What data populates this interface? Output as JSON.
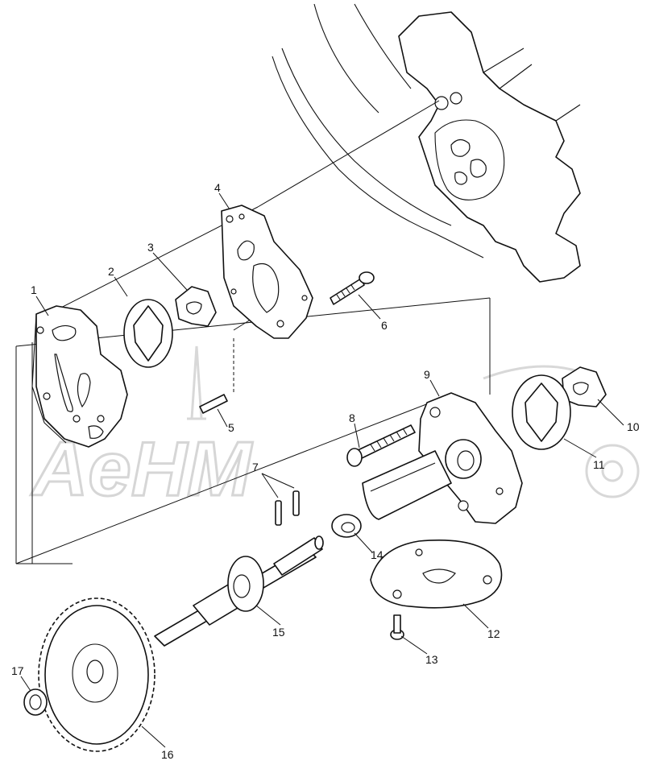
{
  "diagram": {
    "watermark_text": "AeHM",
    "callouts": [
      {
        "id": "1",
        "text": "1"
      },
      {
        "id": "2",
        "text": "2"
      },
      {
        "id": "3",
        "text": "3"
      },
      {
        "id": "4",
        "text": "4"
      },
      {
        "id": "5",
        "text": "5"
      },
      {
        "id": "6",
        "text": "6"
      },
      {
        "id": "7",
        "text": "7"
      },
      {
        "id": "8",
        "text": "8"
      },
      {
        "id": "9",
        "text": "9"
      },
      {
        "id": "10",
        "text": "10"
      },
      {
        "id": "11",
        "text": "11"
      },
      {
        "id": "12",
        "text": "12"
      },
      {
        "id": "13",
        "text": "13"
      },
      {
        "id": "14",
        "text": "14"
      },
      {
        "id": "15",
        "text": "15"
      },
      {
        "id": "16",
        "text": "16"
      },
      {
        "id": "17",
        "text": "17"
      }
    ]
  }
}
